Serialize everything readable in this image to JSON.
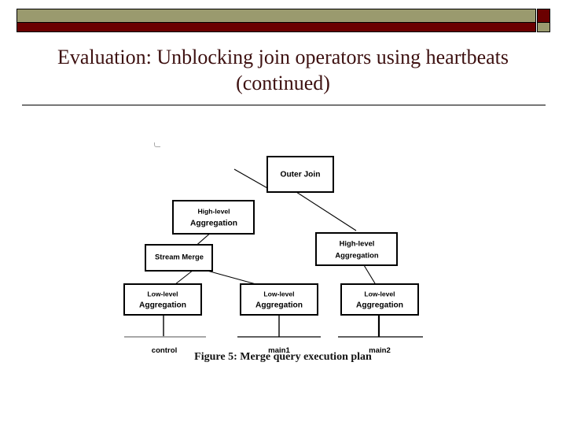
{
  "slide": {
    "title": "Evaluation: Unblocking join operators using heartbeats (continued)",
    "title_color": "#3d1010",
    "accent_olive": "#9a9a6e",
    "accent_maroon": "#6b0000"
  },
  "figure": {
    "caption": "Figure 5: Merge query execution plan",
    "nodes": {
      "outer_join": "Outer Join",
      "high_level_left_line1": "High-level",
      "high_level_left_line2": "Aggregation",
      "high_level_right_line1": "High-level",
      "high_level_right_line2": "Aggregation",
      "stream_merge": "Stream Merge",
      "low_level_1_line1": "Low-level",
      "low_level_1_line2": "Aggregation",
      "low_level_2_line1": "Low-level",
      "low_level_2_line2": "Aggregation",
      "low_level_3_line1": "Low-level",
      "low_level_3_line2": "Aggregation"
    },
    "sources": [
      "control",
      "main1",
      "main2"
    ]
  }
}
